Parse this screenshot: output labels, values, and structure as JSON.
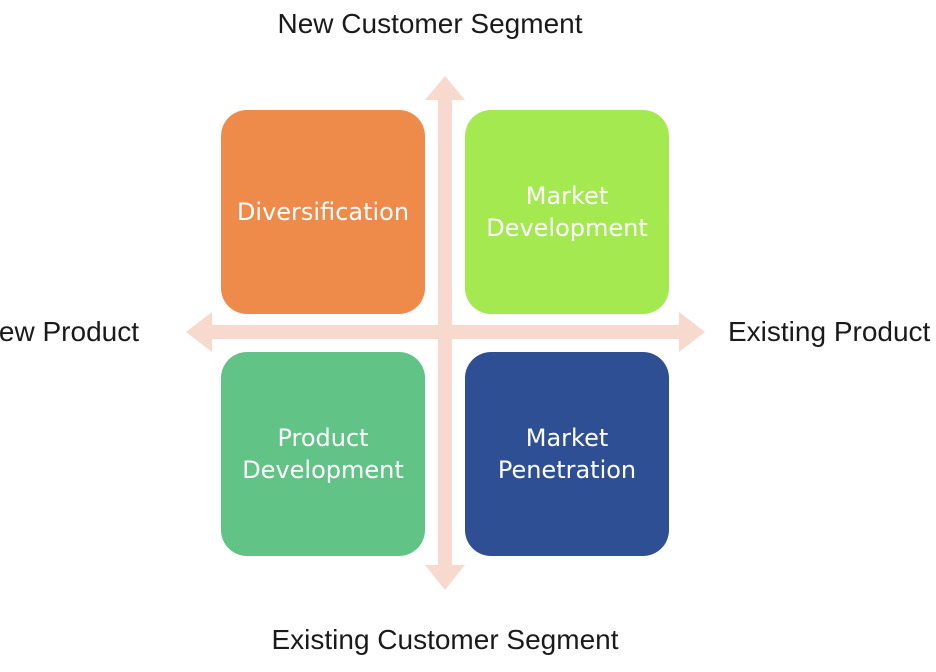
{
  "axes": {
    "top": "New Customer Segment",
    "bottom": "Existing Customer Segment",
    "left": "New Product",
    "right": "Existing Product"
  },
  "quadrants": [
    {
      "label": "Diversification",
      "color": "#ee8a4a"
    },
    {
      "label": "Market Development",
      "color": "#a3e94f"
    },
    {
      "label": "Product Development",
      "color": "#62c386"
    },
    {
      "label": "Market Penetration",
      "color": "#2f4f95"
    }
  ],
  "colors": {
    "arrow": "#f8d9cd",
    "label_text": "#1a1a1a"
  }
}
